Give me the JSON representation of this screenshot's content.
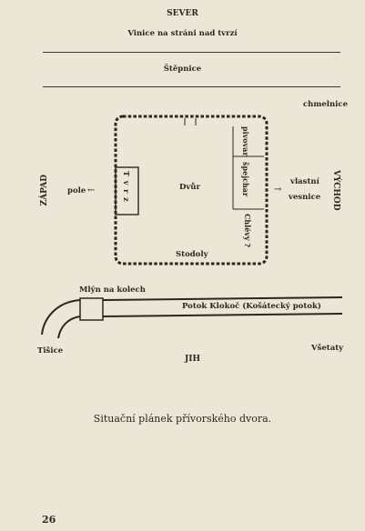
{
  "compass": {
    "north": "SEVER",
    "south": "JIH",
    "west": "ZÁPAD",
    "east": "VÝCHOD"
  },
  "labels": {
    "vinice": "Vinice na stráni nad tvrzí",
    "stepnice": "Štěpnice",
    "chmelnice": "chmelnice",
    "dvur": "Dvůr",
    "stodoly": "Stodoly",
    "pivovar": "pivovar",
    "spejchar": "špejchar",
    "chlevy": "Chlévy ?",
    "tvrz": "T v r z",
    "pole": "pole",
    "pole_arrow": "←",
    "vesnice_arrow": "→",
    "vlastni": "vlastní",
    "vesnice": "vesnice",
    "mlyn": "Mlýn na kolech",
    "potok": "Potok Klokoč (Košátecký potok)",
    "tisice": "Tišice",
    "vsetaty": "Všetaty"
  },
  "caption": "Situační plánek přívorského dvora.",
  "page_number": "26",
  "colors": {
    "ink": "#2b2622",
    "paper": "#ece6d6"
  }
}
